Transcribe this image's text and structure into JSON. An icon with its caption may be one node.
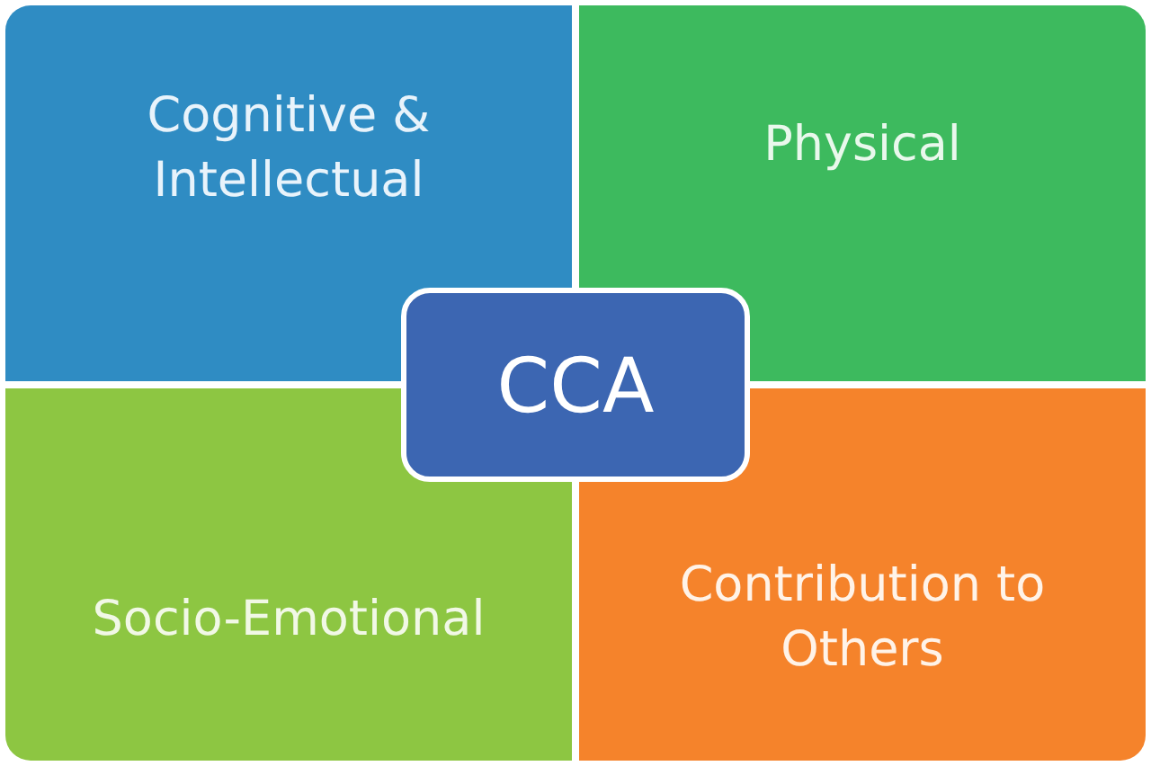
{
  "diagram": {
    "nodes": [
      {
        "text": [
          "Cognitive & Intellectual"
        ]
      },
      {
        "text": [
          "Physical"
        ]
      },
      {
        "text": [
          "CCA"
        ]
      },
      {
        "text": [
          "Socio-Emotional"
        ]
      },
      {
        "text": [
          "Contribution to Others"
        ]
      }
    ]
  }
}
